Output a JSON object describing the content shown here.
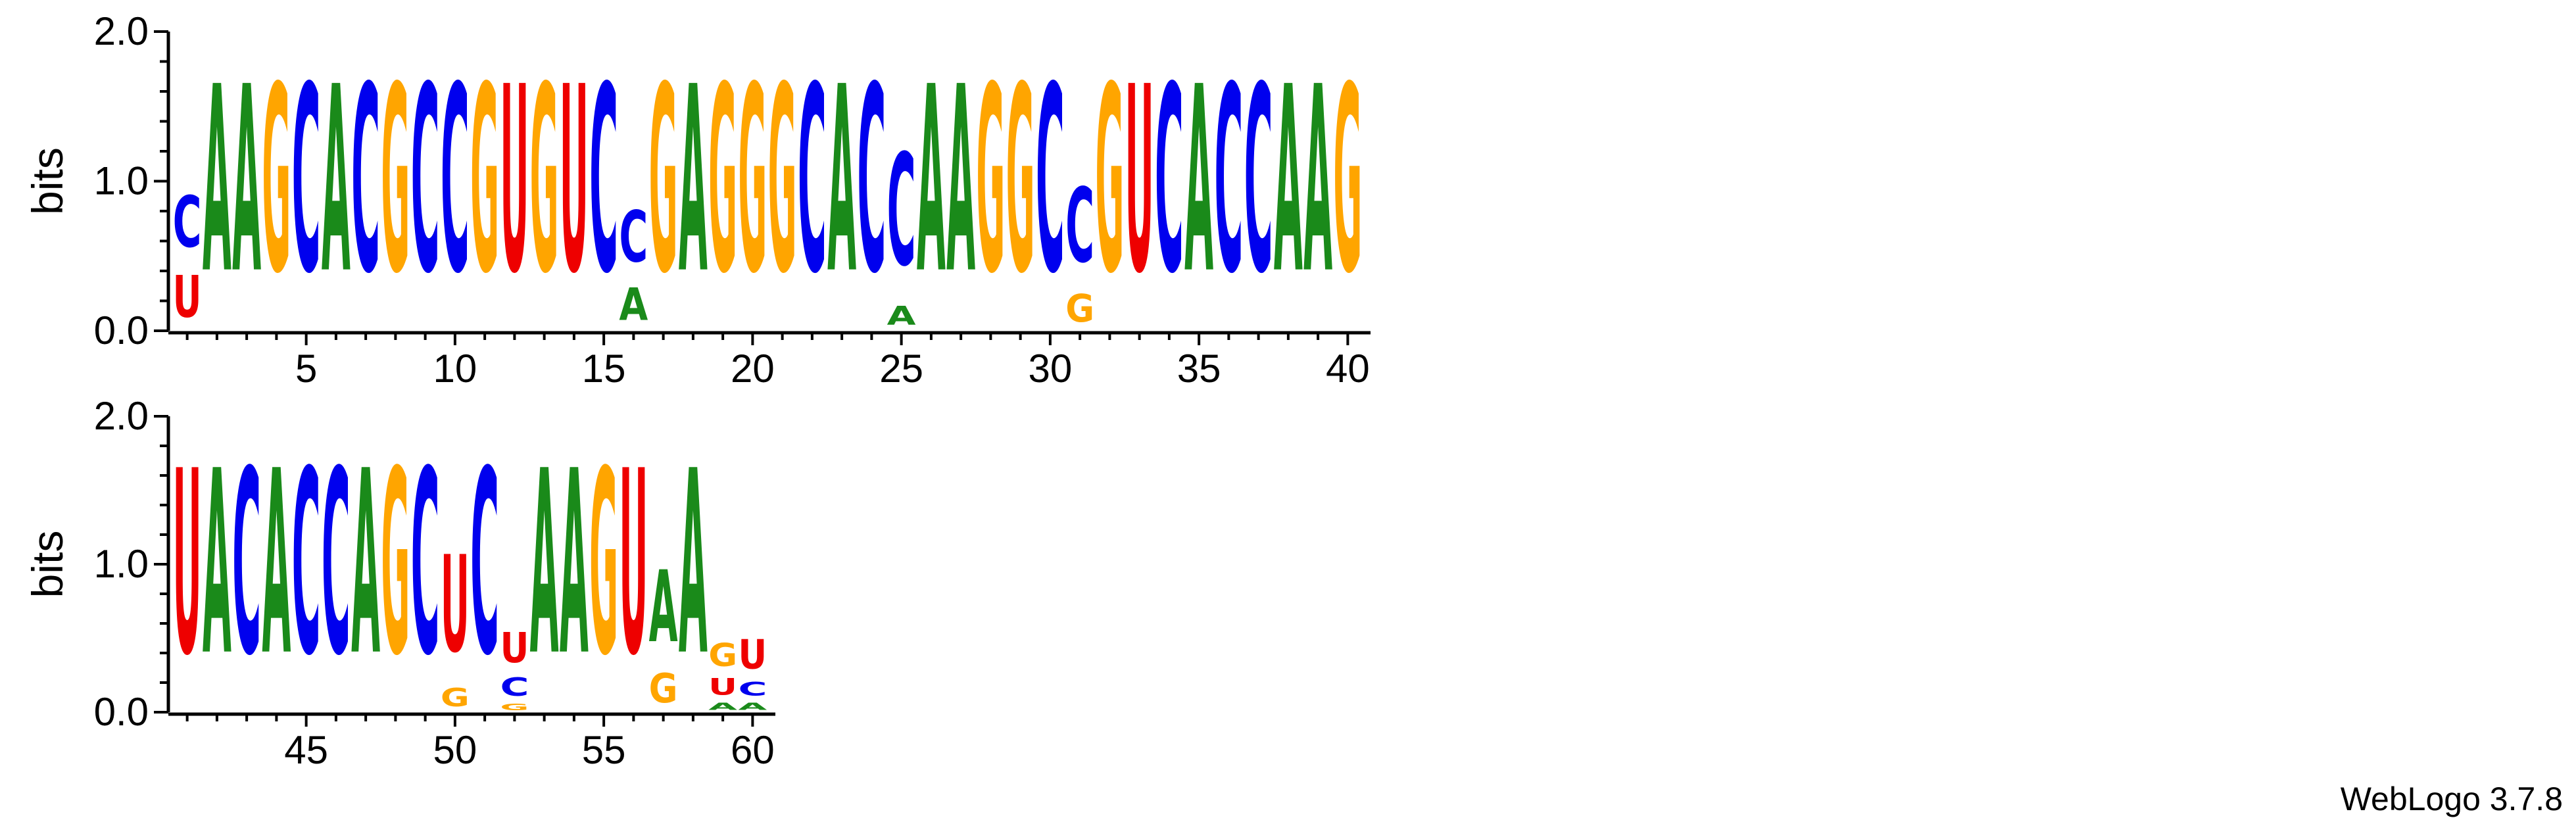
{
  "chart_data": {
    "type": "sequence_logo",
    "ylabel": "bits",
    "ylim": [
      0,
      2
    ],
    "y_ticks": [
      "0.0",
      "1.0",
      "2.0"
    ],
    "x_ticks": [
      5,
      10,
      15,
      20,
      25,
      30,
      35,
      40,
      45,
      50,
      55,
      60
    ],
    "colors": {
      "A": "#1a8a1a",
      "C": "#0000ee",
      "G": "#ffa500",
      "U": "#ee0000"
    },
    "positions": [
      {
        "pos": 1,
        "letters": [
          {
            "base": "U",
            "bits": 0.45
          },
          {
            "base": "C",
            "bits": 0.55
          }
        ]
      },
      {
        "pos": 2,
        "letters": [
          {
            "base": "A",
            "bits": 2.0
          }
        ]
      },
      {
        "pos": 3,
        "letters": [
          {
            "base": "A",
            "bits": 2.0
          }
        ]
      },
      {
        "pos": 4,
        "letters": [
          {
            "base": "G",
            "bits": 2.0
          }
        ]
      },
      {
        "pos": 5,
        "letters": [
          {
            "base": "C",
            "bits": 2.0
          }
        ]
      },
      {
        "pos": 6,
        "letters": [
          {
            "base": "A",
            "bits": 2.0
          }
        ]
      },
      {
        "pos": 7,
        "letters": [
          {
            "base": "C",
            "bits": 2.0
          }
        ]
      },
      {
        "pos": 8,
        "letters": [
          {
            "base": "G",
            "bits": 2.0
          }
        ]
      },
      {
        "pos": 9,
        "letters": [
          {
            "base": "C",
            "bits": 2.0
          }
        ]
      },
      {
        "pos": 10,
        "letters": [
          {
            "base": "C",
            "bits": 2.0
          }
        ]
      },
      {
        "pos": 11,
        "letters": [
          {
            "base": "G",
            "bits": 2.0
          }
        ]
      },
      {
        "pos": 12,
        "letters": [
          {
            "base": "U",
            "bits": 2.0
          }
        ]
      },
      {
        "pos": 13,
        "letters": [
          {
            "base": "G",
            "bits": 2.0
          }
        ]
      },
      {
        "pos": 14,
        "letters": [
          {
            "base": "U",
            "bits": 2.0
          }
        ]
      },
      {
        "pos": 15,
        "letters": [
          {
            "base": "C",
            "bits": 2.0
          }
        ]
      },
      {
        "pos": 16,
        "letters": [
          {
            "base": "A",
            "bits": 0.35
          },
          {
            "base": "C",
            "bits": 0.55
          }
        ]
      },
      {
        "pos": 17,
        "letters": [
          {
            "base": "G",
            "bits": 2.0
          }
        ]
      },
      {
        "pos": 18,
        "letters": [
          {
            "base": "A",
            "bits": 2.0
          }
        ]
      },
      {
        "pos": 19,
        "letters": [
          {
            "base": "G",
            "bits": 2.0
          }
        ]
      },
      {
        "pos": 20,
        "letters": [
          {
            "base": "G",
            "bits": 2.0
          }
        ]
      },
      {
        "pos": 21,
        "letters": [
          {
            "base": "G",
            "bits": 2.0
          }
        ]
      },
      {
        "pos": 22,
        "letters": [
          {
            "base": "C",
            "bits": 2.0
          }
        ]
      },
      {
        "pos": 23,
        "letters": [
          {
            "base": "A",
            "bits": 2.0
          }
        ]
      },
      {
        "pos": 24,
        "letters": [
          {
            "base": "C",
            "bits": 2.0
          }
        ]
      },
      {
        "pos": 25,
        "letters": [
          {
            "base": "A",
            "bits": 0.2
          },
          {
            "base": "C",
            "bits": 1.2
          }
        ]
      },
      {
        "pos": 26,
        "letters": [
          {
            "base": "A",
            "bits": 2.0
          }
        ]
      },
      {
        "pos": 27,
        "letters": [
          {
            "base": "A",
            "bits": 2.0
          }
        ]
      },
      {
        "pos": 28,
        "letters": [
          {
            "base": "G",
            "bits": 2.0
          }
        ]
      },
      {
        "pos": 29,
        "letters": [
          {
            "base": "G",
            "bits": 2.0
          }
        ]
      },
      {
        "pos": 30,
        "letters": [
          {
            "base": "C",
            "bits": 2.0
          }
        ]
      },
      {
        "pos": 31,
        "letters": [
          {
            "base": "G",
            "bits": 0.3
          },
          {
            "base": "C",
            "bits": 0.8
          }
        ]
      },
      {
        "pos": 32,
        "letters": [
          {
            "base": "G",
            "bits": 2.0
          }
        ]
      },
      {
        "pos": 33,
        "letters": [
          {
            "base": "U",
            "bits": 2.0
          }
        ]
      },
      {
        "pos": 34,
        "letters": [
          {
            "base": "C",
            "bits": 2.0
          }
        ]
      },
      {
        "pos": 35,
        "letters": [
          {
            "base": "A",
            "bits": 2.0
          }
        ]
      },
      {
        "pos": 36,
        "letters": [
          {
            "base": "C",
            "bits": 2.0
          }
        ]
      },
      {
        "pos": 37,
        "letters": [
          {
            "base": "C",
            "bits": 2.0
          }
        ]
      },
      {
        "pos": 38,
        "letters": [
          {
            "base": "A",
            "bits": 2.0
          }
        ]
      },
      {
        "pos": 39,
        "letters": [
          {
            "base": "A",
            "bits": 2.0
          }
        ]
      },
      {
        "pos": 40,
        "letters": [
          {
            "base": "G",
            "bits": 2.0
          }
        ]
      },
      {
        "pos": 41,
        "letters": [
          {
            "base": "U",
            "bits": 2.0
          }
        ]
      },
      {
        "pos": 42,
        "letters": [
          {
            "base": "A",
            "bits": 2.0
          }
        ]
      },
      {
        "pos": 43,
        "letters": [
          {
            "base": "C",
            "bits": 2.0
          }
        ]
      },
      {
        "pos": 44,
        "letters": [
          {
            "base": "A",
            "bits": 2.0
          }
        ]
      },
      {
        "pos": 45,
        "letters": [
          {
            "base": "C",
            "bits": 2.0
          }
        ]
      },
      {
        "pos": 46,
        "letters": [
          {
            "base": "C",
            "bits": 2.0
          }
        ]
      },
      {
        "pos": 47,
        "letters": [
          {
            "base": "A",
            "bits": 2.0
          }
        ]
      },
      {
        "pos": 48,
        "letters": [
          {
            "base": "G",
            "bits": 2.0
          }
        ]
      },
      {
        "pos": 49,
        "letters": [
          {
            "base": "C",
            "bits": 2.0
          }
        ]
      },
      {
        "pos": 50,
        "letters": [
          {
            "base": "G",
            "bits": 0.2
          },
          {
            "base": "U",
            "bits": 1.05
          }
        ]
      },
      {
        "pos": 51,
        "letters": [
          {
            "base": "C",
            "bits": 2.0
          }
        ]
      },
      {
        "pos": 52,
        "letters": [
          {
            "base": "G",
            "bits": 0.07
          },
          {
            "base": "C",
            "bits": 0.2
          },
          {
            "base": "U",
            "bits": 0.33
          }
        ]
      },
      {
        "pos": 53,
        "letters": [
          {
            "base": "A",
            "bits": 2.0
          }
        ]
      },
      {
        "pos": 54,
        "letters": [
          {
            "base": "A",
            "bits": 2.0
          }
        ]
      },
      {
        "pos": 55,
        "letters": [
          {
            "base": "G",
            "bits": 2.0
          }
        ]
      },
      {
        "pos": 56,
        "letters": [
          {
            "base": "U",
            "bits": 2.0
          }
        ]
      },
      {
        "pos": 57,
        "letters": [
          {
            "base": "G",
            "bits": 0.32
          },
          {
            "base": "A",
            "bits": 0.78
          }
        ]
      },
      {
        "pos": 58,
        "letters": [
          {
            "base": "A",
            "bits": 2.0
          }
        ]
      },
      {
        "pos": 59,
        "letters": [
          {
            "base": "A",
            "bits": 0.08
          },
          {
            "base": "U",
            "bits": 0.18
          },
          {
            "base": "G",
            "bits": 0.25
          }
        ]
      },
      {
        "pos": 60,
        "letters": [
          {
            "base": "A",
            "bits": 0.08
          },
          {
            "base": "C",
            "bits": 0.15
          },
          {
            "base": "U",
            "bits": 0.32
          }
        ]
      }
    ]
  },
  "credit": "WebLogo 3.7.8"
}
